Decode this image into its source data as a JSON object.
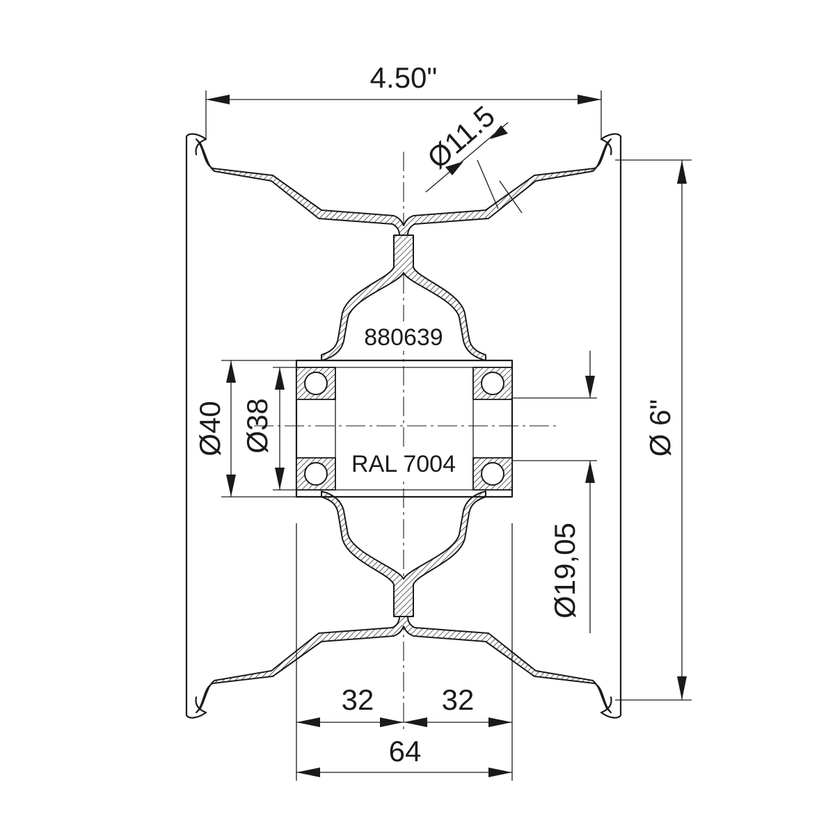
{
  "dimensions": {
    "overall_width": "4.50\"",
    "bolt_hole": "Ø11.5",
    "rim_diameter": "Ø 6\"",
    "bearing_outer": "Ø40",
    "bearing_inner": "Ø38",
    "axle_bore": "Ø19,05",
    "half_left": "32",
    "half_right": "32",
    "hub_length": "64"
  },
  "labels": {
    "part_number": "880639",
    "color": "RAL 7004"
  }
}
